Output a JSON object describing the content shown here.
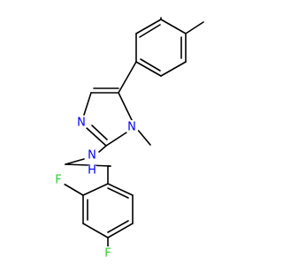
{
  "diagram": {
    "type": "skeletal-structure",
    "colors": {
      "bond": "#000000",
      "nitrogen": "#0000ff",
      "fluorine": "#33cc33",
      "background": "#ffffff"
    },
    "atoms": [
      {
        "id": "N1",
        "label": "N",
        "element": "nitrogen"
      },
      {
        "id": "N2",
        "label": "N",
        "element": "nitrogen"
      },
      {
        "id": "NH",
        "label": "N",
        "element": "nitrogen"
      },
      {
        "id": "H",
        "label": "H",
        "element": "nitrogen"
      },
      {
        "id": "F1",
        "label": "F",
        "element": "fluorine"
      },
      {
        "id": "F2",
        "label": "F",
        "element": "fluorine"
      }
    ]
  }
}
